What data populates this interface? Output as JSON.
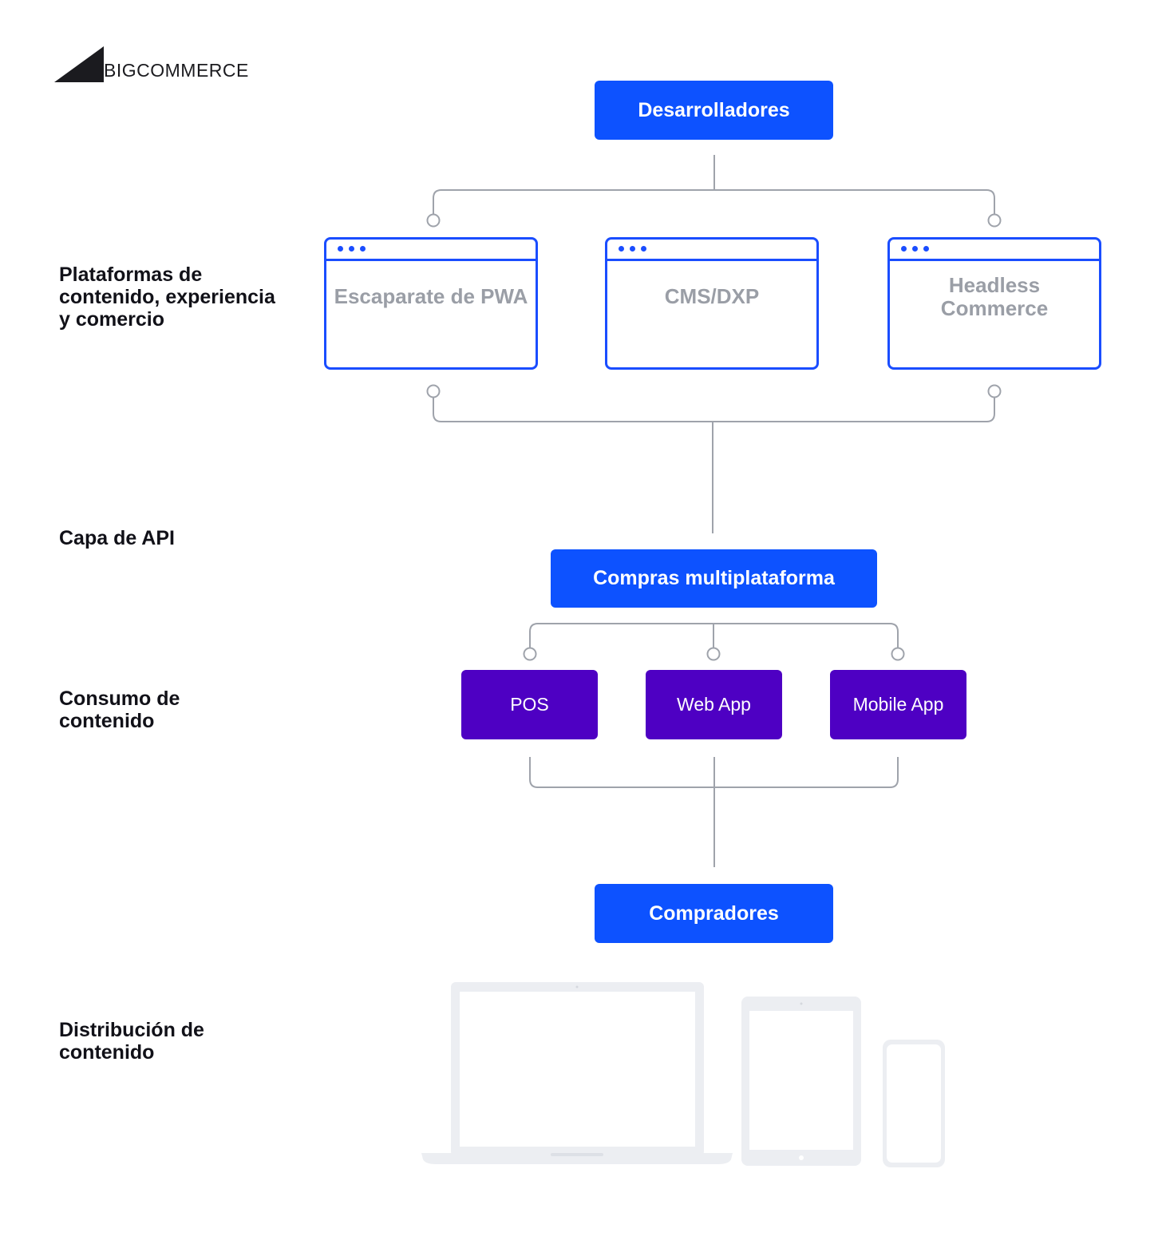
{
  "logo": {
    "text": "BIGCOMMERCE",
    "mark": "bigcommerce-logo"
  },
  "rows": {
    "platforms": "Plataformas de\ncontenido, experiencia\ny comercio",
    "api": "Capa de API",
    "consumption": "Consumo de\ncontenido",
    "distribution": "Distribución de\ncontenido"
  },
  "nodes": {
    "developers": "Desarrolladores",
    "multiplatform": "Compras multiplataforma",
    "buyers": "Compradores"
  },
  "platforms": [
    {
      "label": "Escaparate de PWA"
    },
    {
      "label": "CMS/DXP"
    },
    {
      "label": "Headless\nCommerce"
    }
  ],
  "consumers": [
    {
      "label": "POS"
    },
    {
      "label": "Web App"
    },
    {
      "label": "Mobile App"
    }
  ],
  "devices": [
    "laptop-icon",
    "tablet-icon",
    "phone-icon"
  ],
  "colors": {
    "blue": "#0d52ff",
    "window_border": "#1a4dff",
    "purple": "#4e00c3",
    "connector": "#9fa3ab",
    "device": "#eceef2"
  }
}
